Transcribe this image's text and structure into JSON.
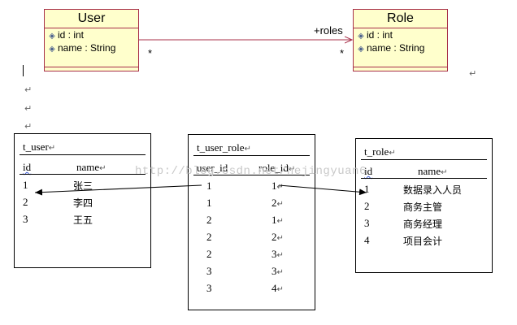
{
  "uml": {
    "user": {
      "title": "User",
      "attrs": [
        "id : int",
        "name : String"
      ]
    },
    "role": {
      "title": "Role",
      "attrs": [
        "id : int",
        "name : String"
      ]
    },
    "association": {
      "role_label": "+roles",
      "mult_left": "*",
      "mult_right": "*"
    }
  },
  "paragraph_mark": "↵",
  "watermark": "http://blog.csdn.net/hejingyuan6",
  "tables": {
    "t_user": {
      "name": "t_user",
      "headers": [
        "id",
        "name"
      ],
      "rows": [
        [
          "1",
          "张三"
        ],
        [
          "2",
          "李四"
        ],
        [
          "3",
          "王五"
        ]
      ]
    },
    "t_user_role": {
      "name": "t_user_role",
      "headers": [
        "user_id",
        "role_id"
      ],
      "rows": [
        [
          "1",
          "1"
        ],
        [
          "1",
          "2"
        ],
        [
          "2",
          "1"
        ],
        [
          "2",
          "2"
        ],
        [
          "2",
          "3"
        ],
        [
          "3",
          "3"
        ],
        [
          "3",
          "4"
        ]
      ]
    },
    "t_role": {
      "name": "t_role",
      "headers": [
        "id",
        "name"
      ],
      "rows": [
        [
          "1",
          "数据录入人员"
        ],
        [
          "2",
          "商务主管"
        ],
        [
          "3",
          "商务经理"
        ],
        [
          "4",
          "项目会计"
        ]
      ]
    }
  },
  "colors": {
    "uml_border": "#a8304a",
    "uml_fill": "#ffffcc",
    "assoc_line": "#a8304a"
  }
}
